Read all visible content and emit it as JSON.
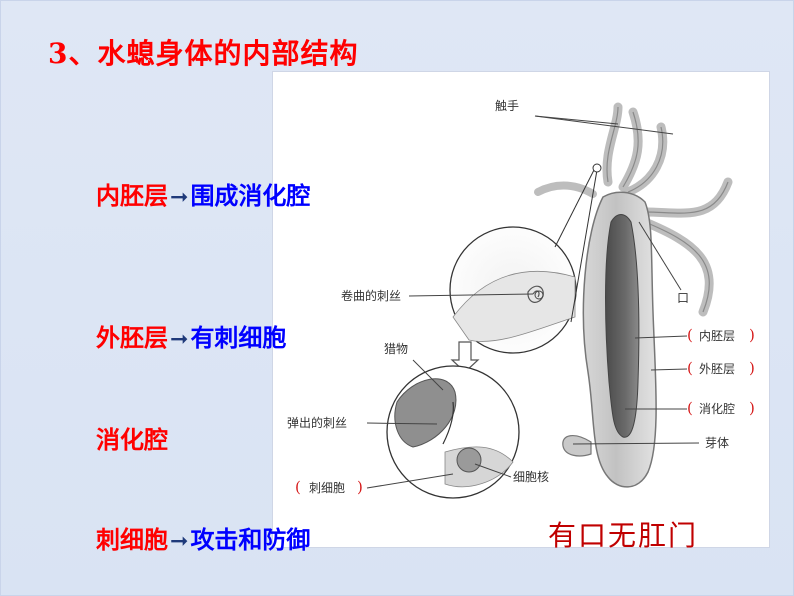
{
  "slide": {
    "title": "3、水螅身体的内部结构",
    "bullets": [
      {
        "term": "内胚层",
        "arrow": "➞",
        "desc": "围成消化腔"
      },
      {
        "term": "外胚层",
        "arrow": "➞",
        "desc": "有刺细胞"
      },
      {
        "term": "消化腔",
        "arrow": "",
        "desc": ""
      },
      {
        "term": "刺细胞",
        "arrow": "➞",
        "desc": "攻击和防御"
      }
    ],
    "note": "有口无肛门"
  },
  "figure": {
    "labels": {
      "tentacle": "触手",
      "coiled_thread": "卷曲的刺丝",
      "mouth": "口",
      "endoderm": "内胚层",
      "ectoderm": "外胚层",
      "cavity": "消化腔",
      "prey": "猎物",
      "ejected_thread": "弹出的刺丝",
      "bud": "芽体",
      "nucleus": "细胞核",
      "cnidocyte": "刺细胞"
    },
    "colors": {
      "bracket": "#d61a1a",
      "line": "#4a4a4a",
      "body_fill": "#b9b9b9",
      "cavity_fill": "#5e5e5e"
    }
  }
}
